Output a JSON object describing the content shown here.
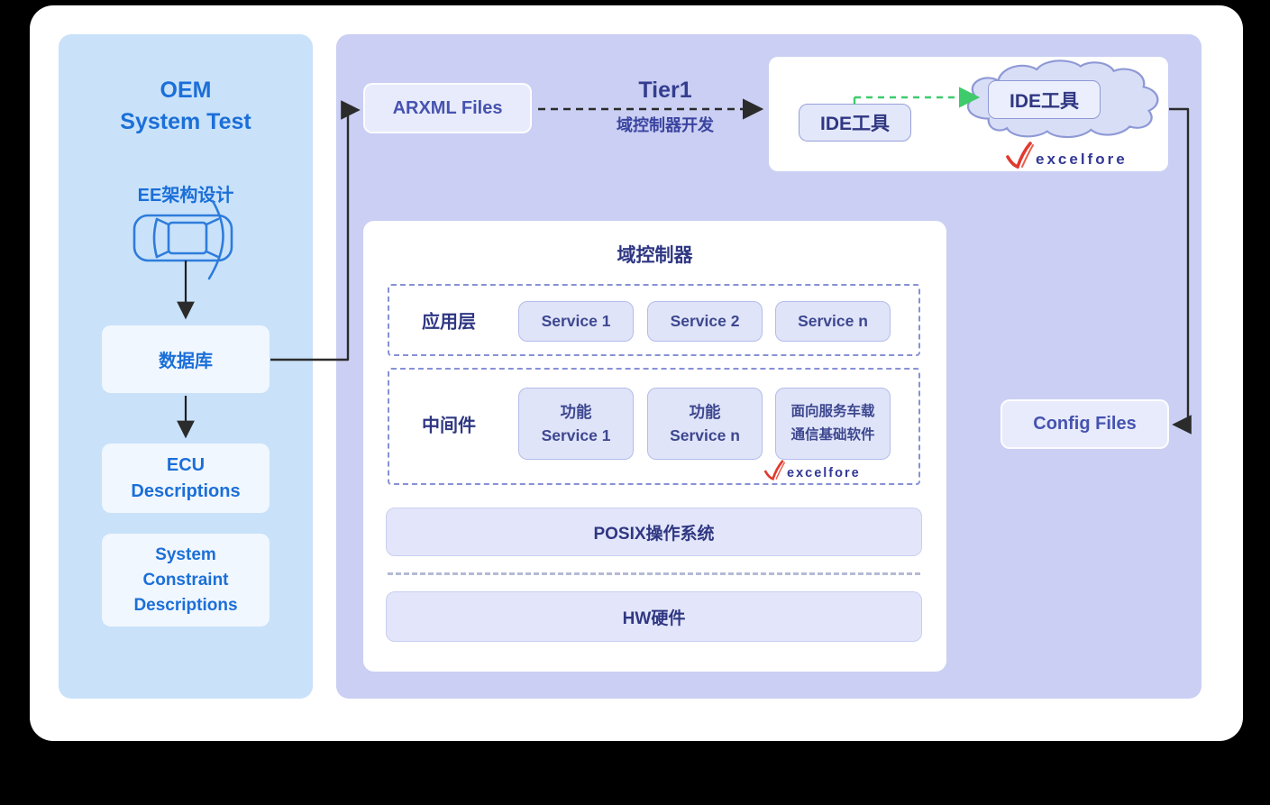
{
  "colors": {
    "background": "#000000",
    "card": "#FFFFFF",
    "left_panel_bg": "#C9E2FA",
    "left_text_blue": "#1B6FD8",
    "right_panel_bg": "#CACFF3",
    "lavender_box_bg": "#E8EBFB",
    "indigo_text": "#4653B0",
    "navy_text": "#2F3782",
    "service_box_bg": "#E0E4F9",
    "service_box_border": "#B4BCEA",
    "dashed_border": "#8791D4",
    "connector_black": "#2B2B2B",
    "green_arrow": "#3FCB6B",
    "cloud_bg": "#D9DEF7",
    "cloud_border": "#8E99D6",
    "excelfore_red": "#E03A2F",
    "excelfore_navy": "#323895"
  },
  "left_panel": {
    "title_line1": "OEM",
    "title_line2": "System Test",
    "ee_label": "EE架构设计",
    "car_icon": "car-top-view-icon",
    "database_label": "数据库",
    "ecu_line1": "ECU",
    "ecu_line2": "Descriptions",
    "constraint_line1": "System",
    "constraint_line2": "Constraint",
    "constraint_line3": "Descriptions"
  },
  "right_panel": {
    "arxml_label": "ARXML Files",
    "tier1_title": "Tier1",
    "tier1_subtitle": "域控制器开发",
    "config_label": "Config Files",
    "ide_section": {
      "button_label": "IDE工具",
      "cloud_label": "IDE工具",
      "logo_text": "excelfore"
    },
    "domain_controller": {
      "title": "域控制器",
      "app_layer_label": "应用层",
      "services": [
        "Service 1",
        "Service 2",
        "Service n"
      ],
      "middleware_label": "中间件",
      "mw_box1_line1": "功能",
      "mw_box1_line2": "Service 1",
      "mw_box2_line1": "功能",
      "mw_box2_line2": "Service n",
      "mw_box3_line1": "面向服务车载",
      "mw_box3_line2": "通信基础软件",
      "logo_text": "excelfore",
      "posix_label": "POSIX操作系统",
      "hw_label": "HW硬件"
    }
  }
}
